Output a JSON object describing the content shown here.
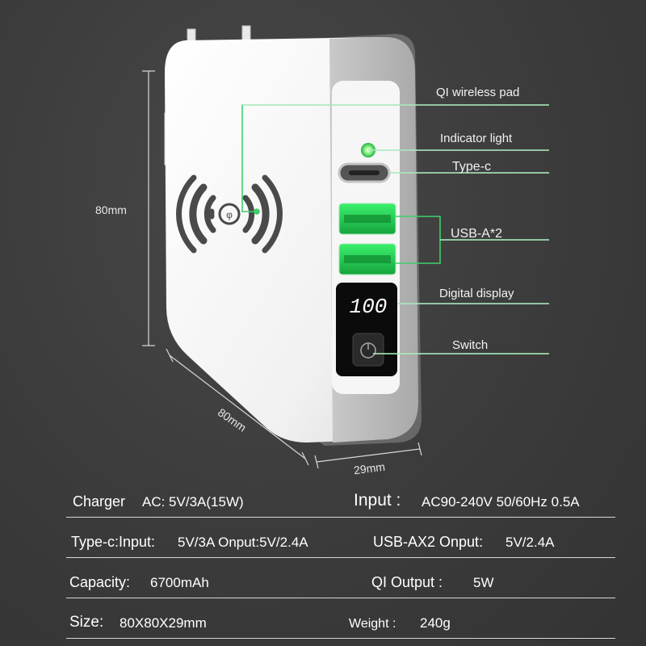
{
  "callouts": {
    "qi_pad": "QI wireless pad",
    "indicator": "Indicator light",
    "type_c": "Type-c",
    "usb_a": "USB-A*2",
    "display": "Digital display",
    "switch": "Switch"
  },
  "dimensions": {
    "height": "80mm",
    "length": "80mm",
    "depth": "29mm"
  },
  "display_reading": "100",
  "specs": {
    "charger_key": "Charger",
    "charger_val": "AC:  5V/3A(15W)",
    "input_key": "Input :",
    "input_val": "AC90-240V 50/60Hz 0.5A",
    "typec_key": "Type-c:Input:",
    "typec_val": "5V/3A  Onput:5V/2.4A",
    "usbax2_key": "USB-AX2 Onput:",
    "usbax2_val": "5V/2.4A",
    "capacity_key": "Capacity:",
    "capacity_val": "6700mAh",
    "qi_key": "QI Output :",
    "qi_val": "5W",
    "size_key": "Size:",
    "size_val": "80X80X29mm",
    "weight_key": "Weight :",
    "weight_val": "240g"
  },
  "colors": {
    "background": "#3a3a3a",
    "device_body": "#f4f4f4",
    "side_panel": "#b8b8b8",
    "accent_green": "#2bd65a",
    "callout_line": "#3fcf6a"
  }
}
